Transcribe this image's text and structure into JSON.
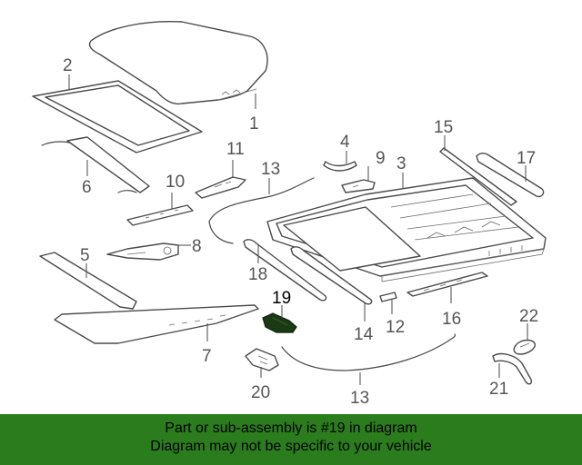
{
  "labels": {
    "p1": "1",
    "p2": "2",
    "p3": "3",
    "p4": "4",
    "p5": "5",
    "p6": "6",
    "p7": "7",
    "p8": "8",
    "p9": "9",
    "p10": "10",
    "p11": "11",
    "p12": "12",
    "p13a": "13",
    "p13b": "13",
    "p14": "14",
    "p15": "15",
    "p16": "16",
    "p17": "17",
    "p18": "18",
    "p19": "19",
    "p20": "20",
    "p21": "21",
    "p22": "22"
  },
  "highlighted_part": "19",
  "banner": {
    "line1": "Part or sub-assembly is #19 in diagram",
    "line2": "Diagram may not be specific to your vehicle"
  },
  "colors": {
    "banner_bg": "#2b7c1c",
    "highlight": "#1a3a14",
    "line": "#4a4a4a"
  }
}
